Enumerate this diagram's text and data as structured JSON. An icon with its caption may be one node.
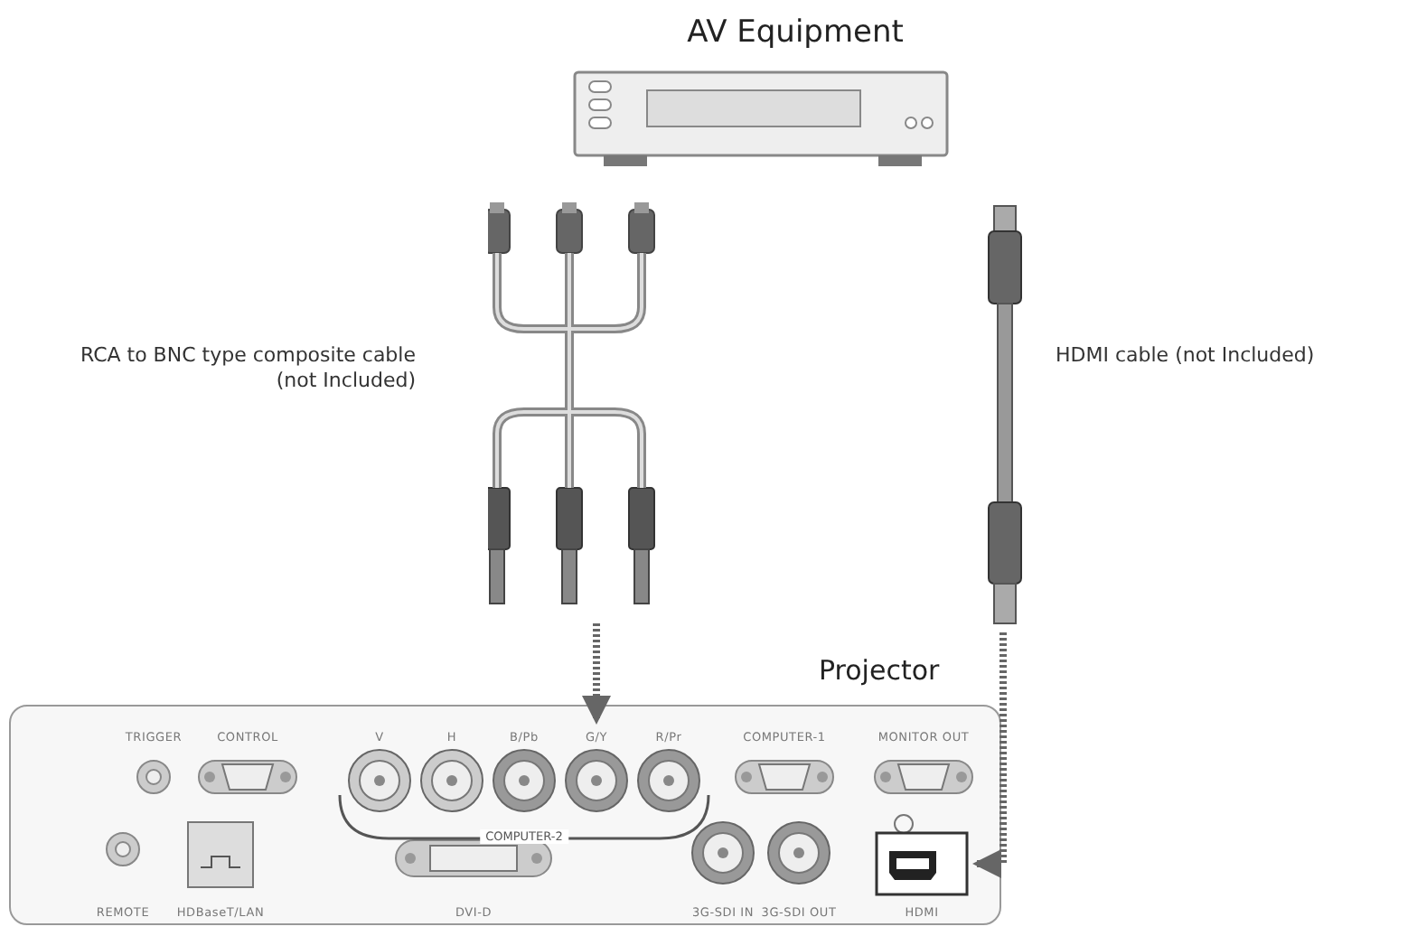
{
  "diagram": {
    "nodes": [
      {
        "text": [
          "AV Equipment"
        ]
      },
      {
        "text": [
          "RCA to BNC type composite cable (not Included)"
        ]
      },
      {
        "text": [
          "HDMI cable (not Included)"
        ]
      },
      {
        "text": [
          "Projector"
        ]
      },
      {
        "text": [
          "TRIGGER"
        ],
        "in": 3
      },
      {
        "text": [
          "CONTROL"
        ],
        "in": 3
      },
      {
        "text": [
          "V"
        ],
        "in": 3
      },
      {
        "text": [
          "H"
        ],
        "in": 3
      },
      {
        "text": [
          "B/Pb"
        ],
        "in": 3
      },
      {
        "text": [
          "G/Y"
        ],
        "in": 3
      },
      {
        "text": [
          "R/Pr"
        ],
        "in": 3
      },
      {
        "text": [
          "COMPUTER-1"
        ],
        "in": 3
      },
      {
        "text": [
          "MONITOR OUT"
        ],
        "in": 3
      },
      {
        "text": [
          "REMOTE"
        ],
        "in": 3
      },
      {
        "text": [
          "HDBaseT/LAN"
        ],
        "in": 3
      },
      {
        "text": [
          "DVI-D"
        ],
        "in": 3
      },
      {
        "text": [
          "3G-SDI IN"
        ],
        "in": 3
      },
      {
        "text": [
          "3G-SDI OUT"
        ],
        "in": 3
      },
      {
        "text": [
          "HDMI"
        ],
        "in": 3
      }
    ],
    "edges": [
      {
        "from": 1,
        "to": 9,
        "arrow": "to",
        "style": "dashed"
      },
      {
        "from": 2,
        "to": 18,
        "arrow": "to",
        "style": "dashed"
      }
    ],
    "labels": [
      "COMPUTER-2"
    ]
  }
}
